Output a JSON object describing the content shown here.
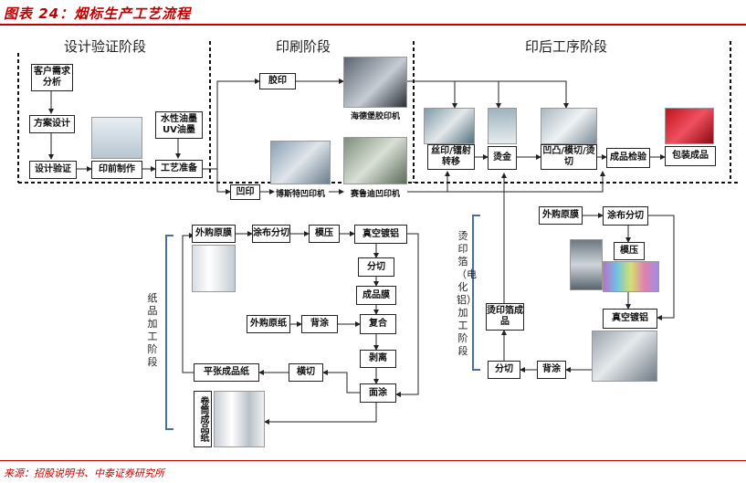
{
  "figure_title": "图表 24：烟标生产工艺流程",
  "source": "来源：招股说明书、中泰证券研究所",
  "stages": {
    "design": "设计验证阶段",
    "print": "印刷阶段",
    "post": "印后工序阶段"
  },
  "design_boxes": {
    "customer": "客户需求分析",
    "plan": "方案设计",
    "verify": "设计验证",
    "plate": "印前制作",
    "ink": "水性油墨UV油墨",
    "prep": "工艺准备"
  },
  "print_boxes": {
    "offset": "胶印",
    "gravure": "凹印",
    "offset_machine": "海德堡胶印机",
    "bobst": "博斯特凹印机",
    "cerutti": "赛鲁迪凹印机"
  },
  "post_boxes": {
    "silk": "丝印/镭射转移",
    "hot": "烫金",
    "emboss": "凹凸/模切/烫切",
    "inspect": "成品检验",
    "pack": "包装成品"
  },
  "paper_process": {
    "label": "纸品加工阶段",
    "film": "外购原膜",
    "coat": "涂布分切",
    "press": "模压",
    "vacuum": "真空镀铝",
    "cut": "分切",
    "film_product": "成品膜",
    "paper": "外购原纸",
    "back": "背涂",
    "composite": "复合",
    "peel": "剥离",
    "face": "面涂",
    "trim": "横切",
    "flat": "平张成品纸",
    "roll": "卷筒成品纸"
  },
  "foil_process": {
    "label": "烫印箔（电化铝）加工阶段",
    "film": "外购原膜",
    "coat": "涂布分切",
    "press": "模压",
    "vacuum": "真空镀铝",
    "back": "背涂",
    "cut": "分切",
    "foil_product": "烫印箔成品"
  },
  "colors": {
    "accent": "#c00000"
  }
}
